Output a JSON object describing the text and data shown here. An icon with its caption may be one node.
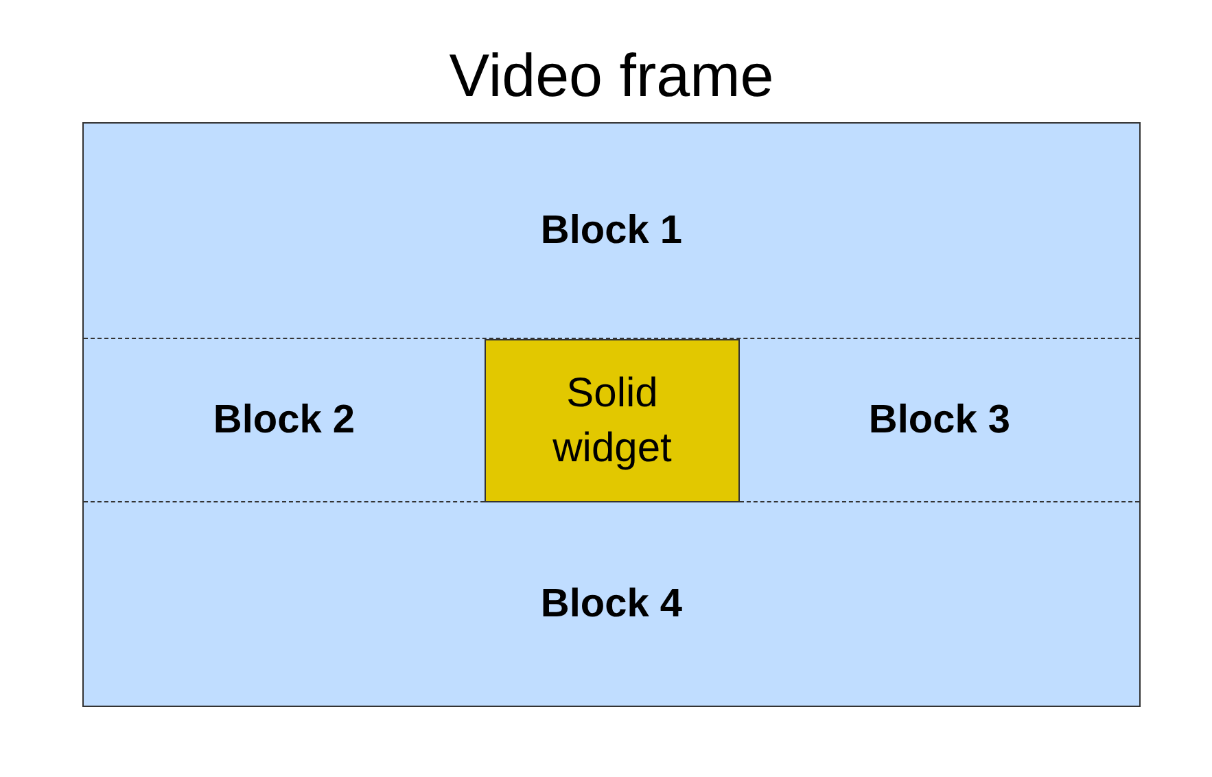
{
  "diagram": {
    "nodes": [
      {
        "text": [
          "Video frame"
        ]
      },
      {
        "text": [
          "Block 1"
        ],
        "in": 0
      },
      {
        "text": [
          "Block 2"
        ],
        "in": 0
      },
      {
        "text": [
          "Solid widget"
        ],
        "in": 0
      },
      {
        "text": [
          "Block 3"
        ],
        "in": 0
      },
      {
        "text": [
          "Block 4"
        ],
        "in": 0
      }
    ],
    "edges": []
  }
}
